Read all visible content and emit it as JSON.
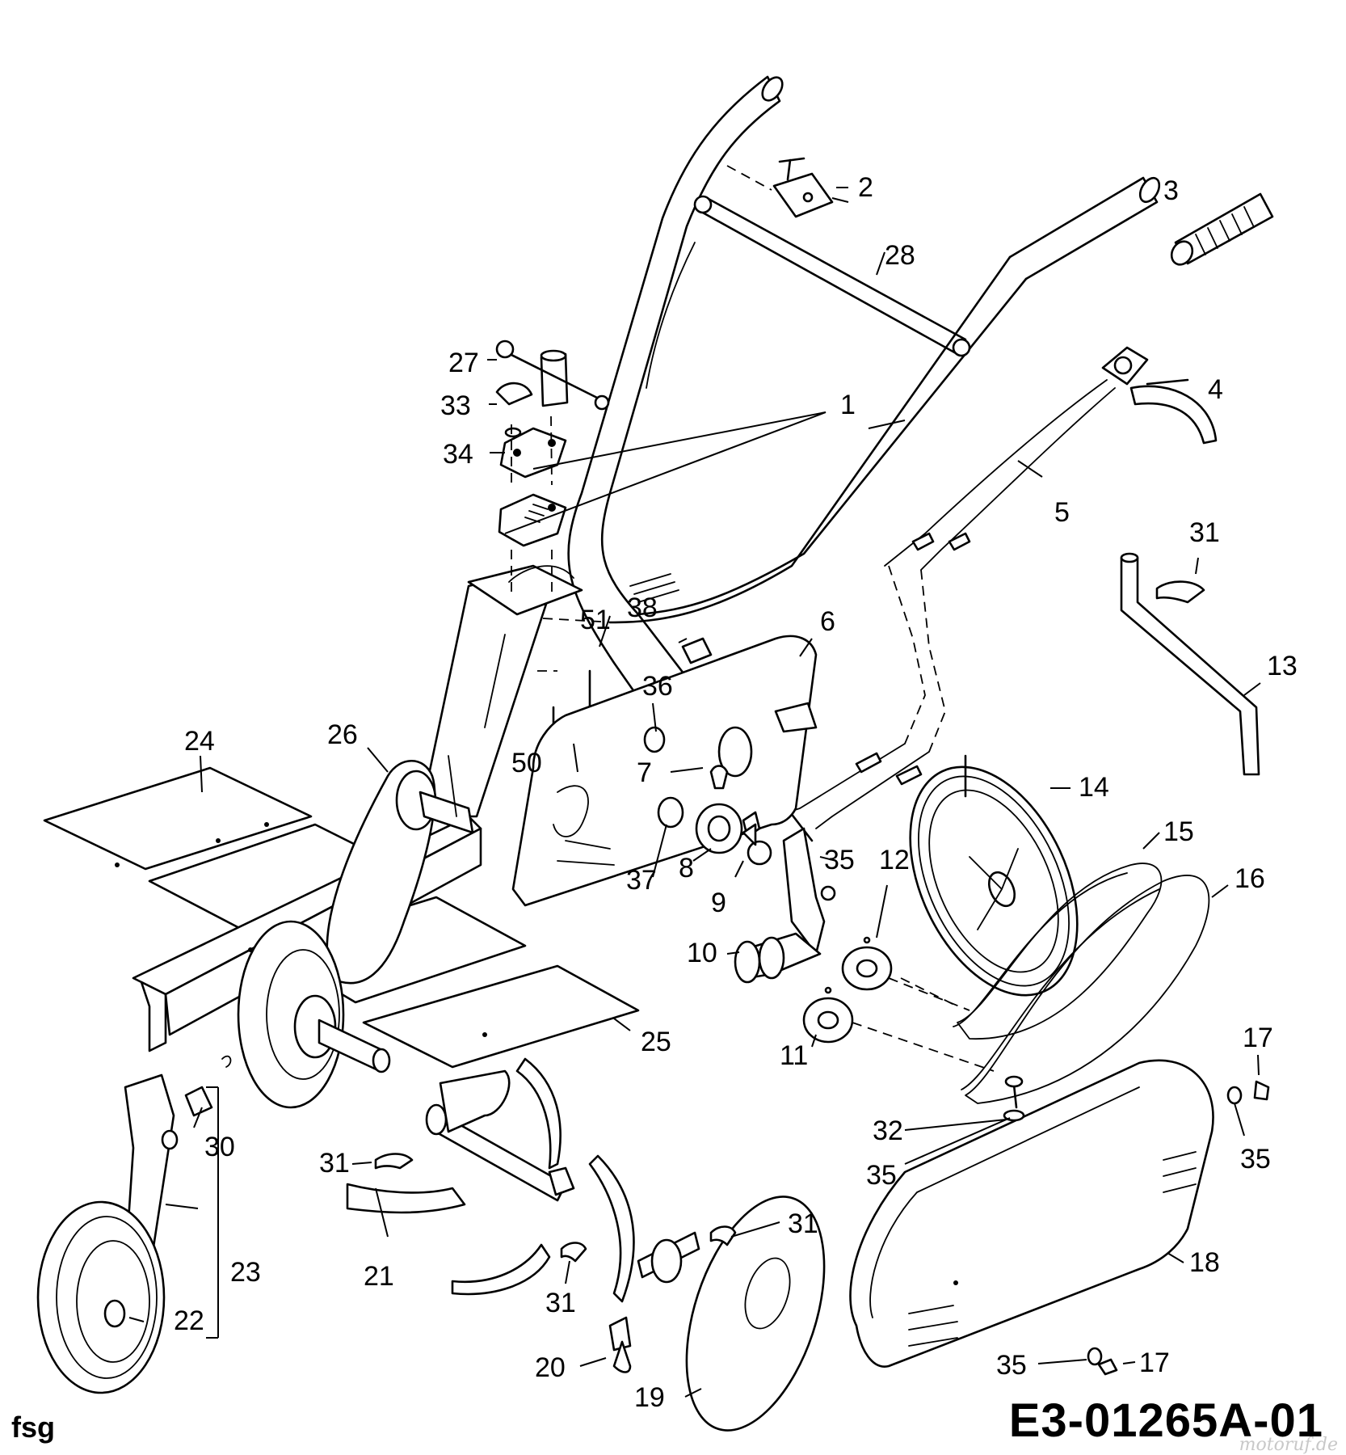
{
  "diagram": {
    "code": "E3-01265A-01",
    "series_mark": "fsg",
    "watermark": "motoruf.de",
    "part_labels": [
      {
        "id": "p2",
        "text": "2"
      },
      {
        "id": "p3",
        "text": "3"
      },
      {
        "id": "p28",
        "text": "28"
      },
      {
        "id": "p27",
        "text": "27"
      },
      {
        "id": "p33",
        "text": "33"
      },
      {
        "id": "p1",
        "text": "1"
      },
      {
        "id": "p4",
        "text": "4"
      },
      {
        "id": "p34",
        "text": "34"
      },
      {
        "id": "p5",
        "text": "5"
      },
      {
        "id": "p31a",
        "text": "31"
      },
      {
        "id": "p51",
        "text": "51"
      },
      {
        "id": "p6",
        "text": "6"
      },
      {
        "id": "p38",
        "text": "38"
      },
      {
        "id": "p13",
        "text": "13"
      },
      {
        "id": "p36",
        "text": "36"
      },
      {
        "id": "p26",
        "text": "26"
      },
      {
        "id": "p24",
        "text": "24"
      },
      {
        "id": "p50",
        "text": "50"
      },
      {
        "id": "p7",
        "text": "7"
      },
      {
        "id": "p14",
        "text": "14"
      },
      {
        "id": "p15",
        "text": "15"
      },
      {
        "id": "p35a",
        "text": "35"
      },
      {
        "id": "p12",
        "text": "12"
      },
      {
        "id": "p16",
        "text": "16"
      },
      {
        "id": "p37",
        "text": "37"
      },
      {
        "id": "p8",
        "text": "8"
      },
      {
        "id": "p9",
        "text": "9"
      },
      {
        "id": "p10",
        "text": "10"
      },
      {
        "id": "p11",
        "text": "11"
      },
      {
        "id": "p25",
        "text": "25"
      },
      {
        "id": "p17a",
        "text": "17"
      },
      {
        "id": "p30",
        "text": "30"
      },
      {
        "id": "p32",
        "text": "32"
      },
      {
        "id": "p35b",
        "text": "35"
      },
      {
        "id": "p35c",
        "text": "35"
      },
      {
        "id": "p31b",
        "text": "31"
      },
      {
        "id": "p31c",
        "text": "31"
      },
      {
        "id": "p23",
        "text": "23"
      },
      {
        "id": "p21",
        "text": "21"
      },
      {
        "id": "p18",
        "text": "18"
      },
      {
        "id": "p31d",
        "text": "31"
      },
      {
        "id": "p22",
        "text": "22"
      },
      {
        "id": "p20",
        "text": "20"
      },
      {
        "id": "p35d",
        "text": "35"
      },
      {
        "id": "p17b",
        "text": "17"
      },
      {
        "id": "p19",
        "text": "19"
      }
    ]
  }
}
